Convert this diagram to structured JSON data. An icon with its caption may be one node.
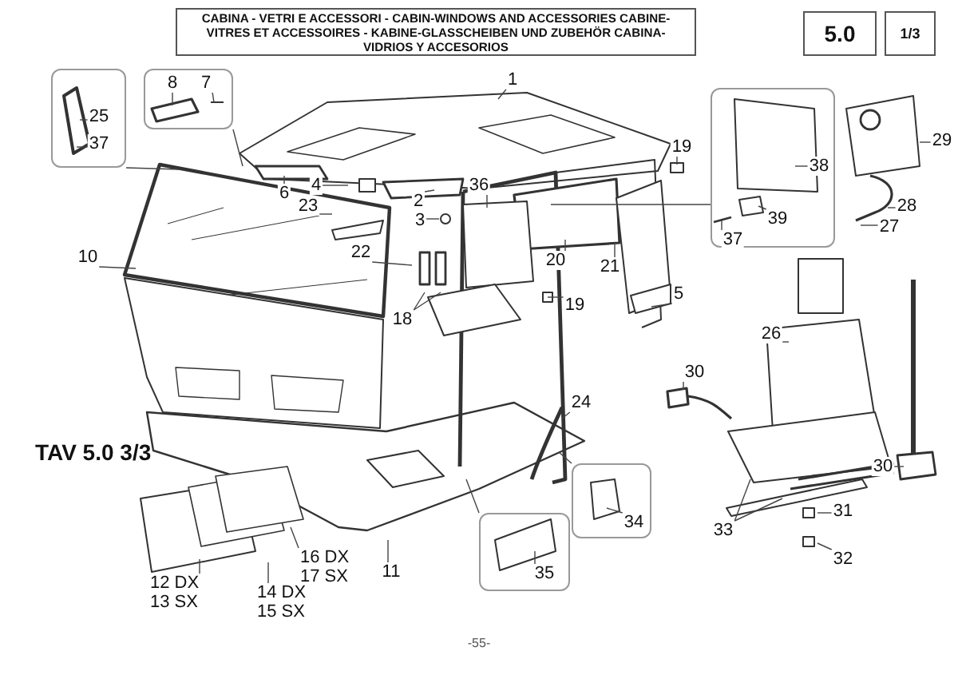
{
  "diagram": {
    "title": "CABINA - VETRI E ACCESSORI - CABIN-WINDOWS AND ACCESSORIES CABINE-VITRES ET ACCESSOIRES - KABINE-GLASSCHEIBEN UND ZUBEHÖR CABINA-VIDRIOS Y ACCESORIOS",
    "nodes": [
      {
        "text": [],
        "shape": "box"
      },
      {
        "text": [
          "25"
        ],
        "in": 0
      },
      {
        "text": [
          "37"
        ],
        "in": 0
      },
      {
        "text": [],
        "shape": "box"
      },
      {
        "text": [
          "8"
        ],
        "in": 3
      },
      {
        "text": [
          "7"
        ],
        "in": 3
      },
      {
        "text": [
          "1"
        ]
      },
      {
        "text": [],
        "shape": "box"
      },
      {
        "text": [
          "38"
        ],
        "in": 7
      },
      {
        "text": [
          "39"
        ],
        "in": 7
      },
      {
        "text": [
          "37"
        ],
        "in": 7
      },
      {
        "text": [
          "29"
        ]
      },
      {
        "text": [
          "19"
        ]
      },
      {
        "text": [
          "6"
        ]
      },
      {
        "text": [
          "4"
        ]
      },
      {
        "text": [
          "23"
        ]
      },
      {
        "text": [
          "2"
        ]
      },
      {
        "text": [
          "3"
        ]
      },
      {
        "text": [
          "36"
        ]
      },
      {
        "text": [
          "20"
        ]
      },
      {
        "text": [
          "21"
        ]
      },
      {
        "text": [
          "28"
        ]
      },
      {
        "text": [
          "27"
        ]
      },
      {
        "text": [
          "10"
        ]
      },
      {
        "text": [
          "22"
        ]
      },
      {
        "text": [
          "18"
        ]
      },
      {
        "text": [
          "5"
        ]
      },
      {
        "text": [
          "19"
        ]
      },
      {
        "text": [
          "26"
        ]
      },
      {
        "text": [
          "30"
        ]
      },
      {
        "text": [
          "24"
        ]
      },
      {
        "text": [],
        "shape": "box"
      },
      {
        "text": [
          "34"
        ],
        "in": 31
      },
      {
        "text": [
          "30"
        ]
      },
      {
        "text": [
          "33"
        ]
      },
      {
        "text": [
          "31"
        ]
      },
      {
        "text": [
          "32"
        ]
      },
      {
        "text": [],
        "shape": "box"
      },
      {
        "text": [
          "35"
        ],
        "in": 37
      },
      {
        "text": [
          "11"
        ]
      },
      {
        "text": [
          "16 DX 17 SX"
        ]
      },
      {
        "text": [
          "12 DX 13 SX"
        ]
      },
      {
        "text": [
          "14 DX 15 SX"
        ]
      }
    ],
    "edges": [
      {
        "from": 0,
        "to": null,
        "arrow": "none"
      },
      {
        "from": 1,
        "to": null,
        "arrow": "none"
      },
      {
        "from": 2,
        "to": null,
        "arrow": "none"
      },
      {
        "from": 3,
        "to": null,
        "arrow": "none"
      },
      {
        "from": 4,
        "to": null,
        "arrow": "none"
      },
      {
        "from": 5,
        "to": null,
        "arrow": "none"
      },
      {
        "from": 6,
        "to": null,
        "arrow": "none"
      },
      {
        "from": 7,
        "to": null,
        "arrow": "none"
      },
      {
        "from": 8,
        "to": null,
        "arrow": "none"
      },
      {
        "from": 9,
        "to": null,
        "arrow": "none"
      },
      {
        "from": 10,
        "to": null,
        "arrow": "none"
      },
      {
        "from": 11,
        "to": null,
        "arrow": "none"
      },
      {
        "from": 12,
        "to": null,
        "arrow": "none"
      },
      {
        "from": 13,
        "to": null,
        "arrow": "none"
      },
      {
        "from": 14,
        "to": null,
        "arrow": "none"
      },
      {
        "from": 15,
        "to": null,
        "arrow": "none"
      },
      {
        "from": 16,
        "to": null,
        "arrow": "none"
      },
      {
        "from": 17,
        "to": null,
        "arrow": "none"
      },
      {
        "from": 18,
        "to": null,
        "arrow": "none"
      },
      {
        "from": 19,
        "to": null,
        "arrow": "none"
      },
      {
        "from": 20,
        "to": null,
        "arrow": "none"
      },
      {
        "from": 21,
        "to": null,
        "arrow": "none"
      },
      {
        "from": 22,
        "to": null,
        "arrow": "none"
      },
      {
        "from": 23,
        "to": null,
        "arrow": "none"
      },
      {
        "from": 24,
        "to": null,
        "arrow": "none"
      },
      {
        "from": 25,
        "to": null,
        "arrow": "none"
      },
      {
        "from": 25,
        "to": null,
        "arrow": "none"
      },
      {
        "from": 26,
        "to": null,
        "arrow": "none"
      },
      {
        "from": 27,
        "to": null,
        "arrow": "none"
      },
      {
        "from": 28,
        "to": null,
        "arrow": "none"
      },
      {
        "from": 29,
        "to": null,
        "arrow": "none"
      },
      {
        "from": 30,
        "to": null,
        "arrow": "none"
      },
      {
        "from": 31,
        "to": null,
        "arrow": "none"
      },
      {
        "from": 32,
        "to": null,
        "arrow": "none"
      },
      {
        "from": 33,
        "to": null,
        "arrow": "none"
      },
      {
        "from": 34,
        "to": null,
        "arrow": "none"
      },
      {
        "from": 34,
        "to": null,
        "arrow": "none"
      },
      {
        "from": 35,
        "to": null,
        "arrow": "none"
      },
      {
        "from": 36,
        "to": null,
        "arrow": "none"
      },
      {
        "from": 37,
        "to": null,
        "arrow": "none"
      },
      {
        "from": 38,
        "to": null,
        "arrow": "none"
      },
      {
        "from": 39,
        "to": null,
        "arrow": "none"
      },
      {
        "from": 40,
        "to": null,
        "arrow": "none"
      },
      {
        "from": 41,
        "to": null,
        "arrow": "none"
      },
      {
        "from": 42,
        "to": null,
        "arrow": "none"
      }
    ],
    "labels": [
      "5.0",
      "1/3",
      "TAV 5.0 3/3",
      "-55-"
    ]
  }
}
